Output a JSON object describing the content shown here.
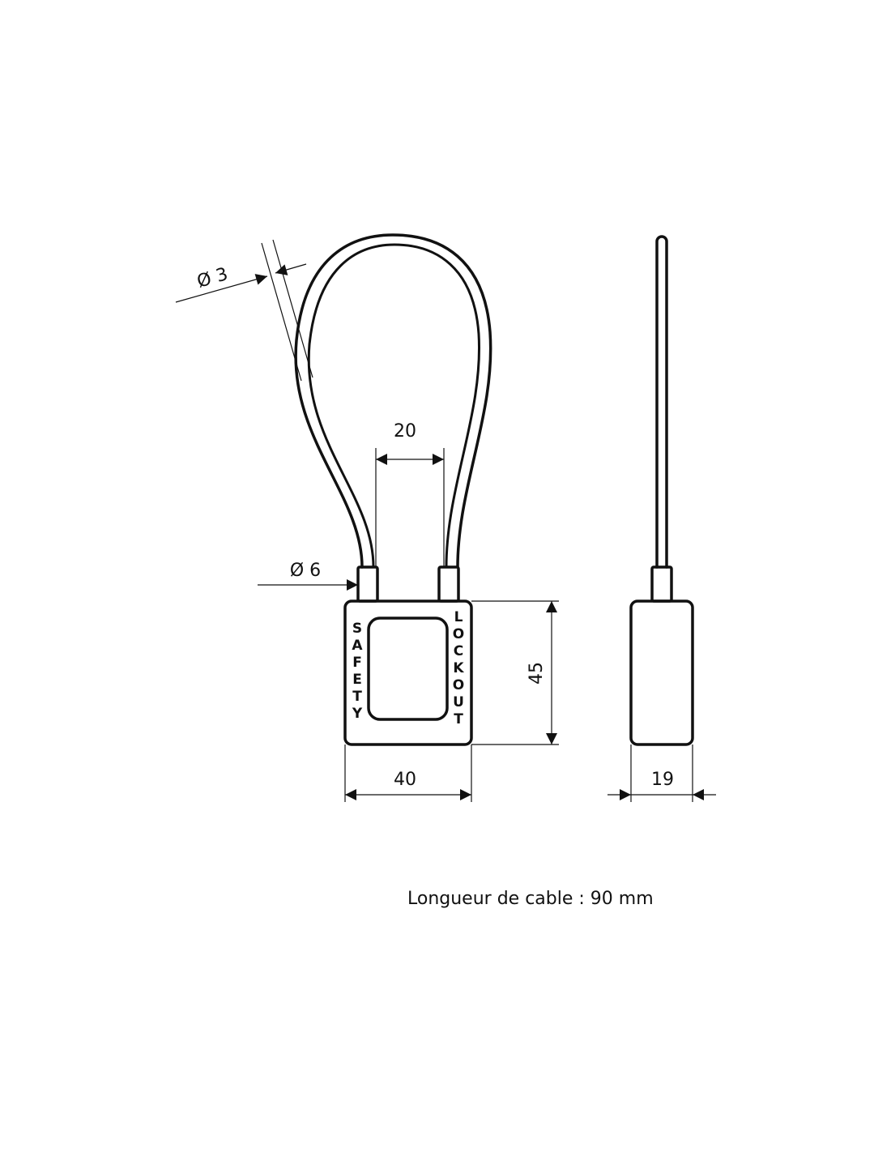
{
  "dimensions": {
    "cable_diameter": "Ø 3",
    "shackle_diameter": "Ø 6",
    "shackle_spacing": "20",
    "body_height": "45",
    "body_width": "40",
    "body_depth": "19"
  },
  "body_text": {
    "left": [
      "S",
      "A",
      "F",
      "E",
      "T",
      "Y"
    ],
    "right": [
      "L",
      "O",
      "C",
      "K",
      "O",
      "U",
      "T"
    ]
  },
  "caption": "Longueur de cable : 90 mm",
  "colors": {
    "line": "#111111",
    "background": "#ffffff"
  }
}
